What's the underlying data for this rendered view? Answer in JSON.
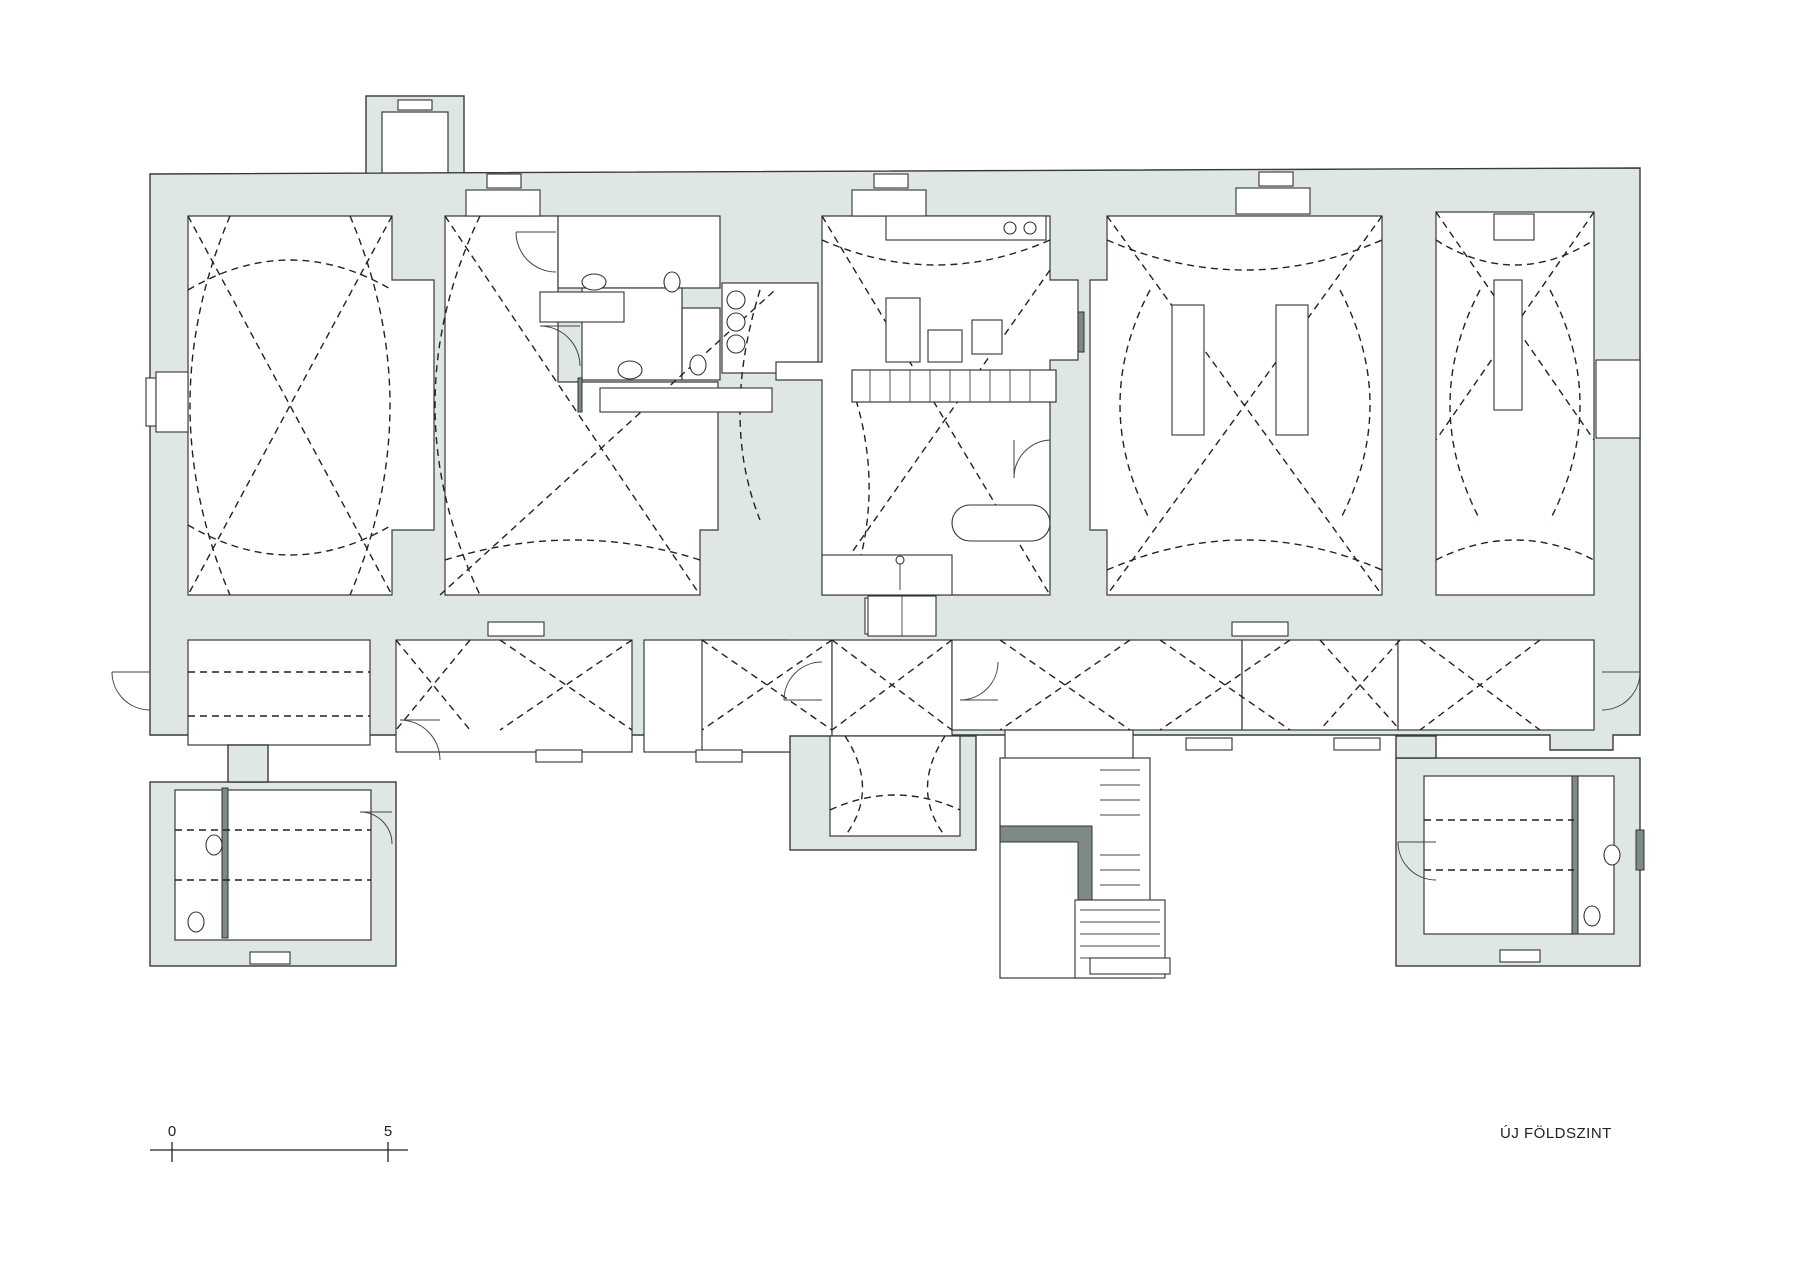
{
  "plan": {
    "title": "ÚJ FÖLDSZINT"
  },
  "scale_bar": {
    "start_label": "0",
    "end_label": "5"
  },
  "colors": {
    "wall_fill": "#dfe7e4",
    "line": "#222222",
    "background": "#ffffff"
  }
}
